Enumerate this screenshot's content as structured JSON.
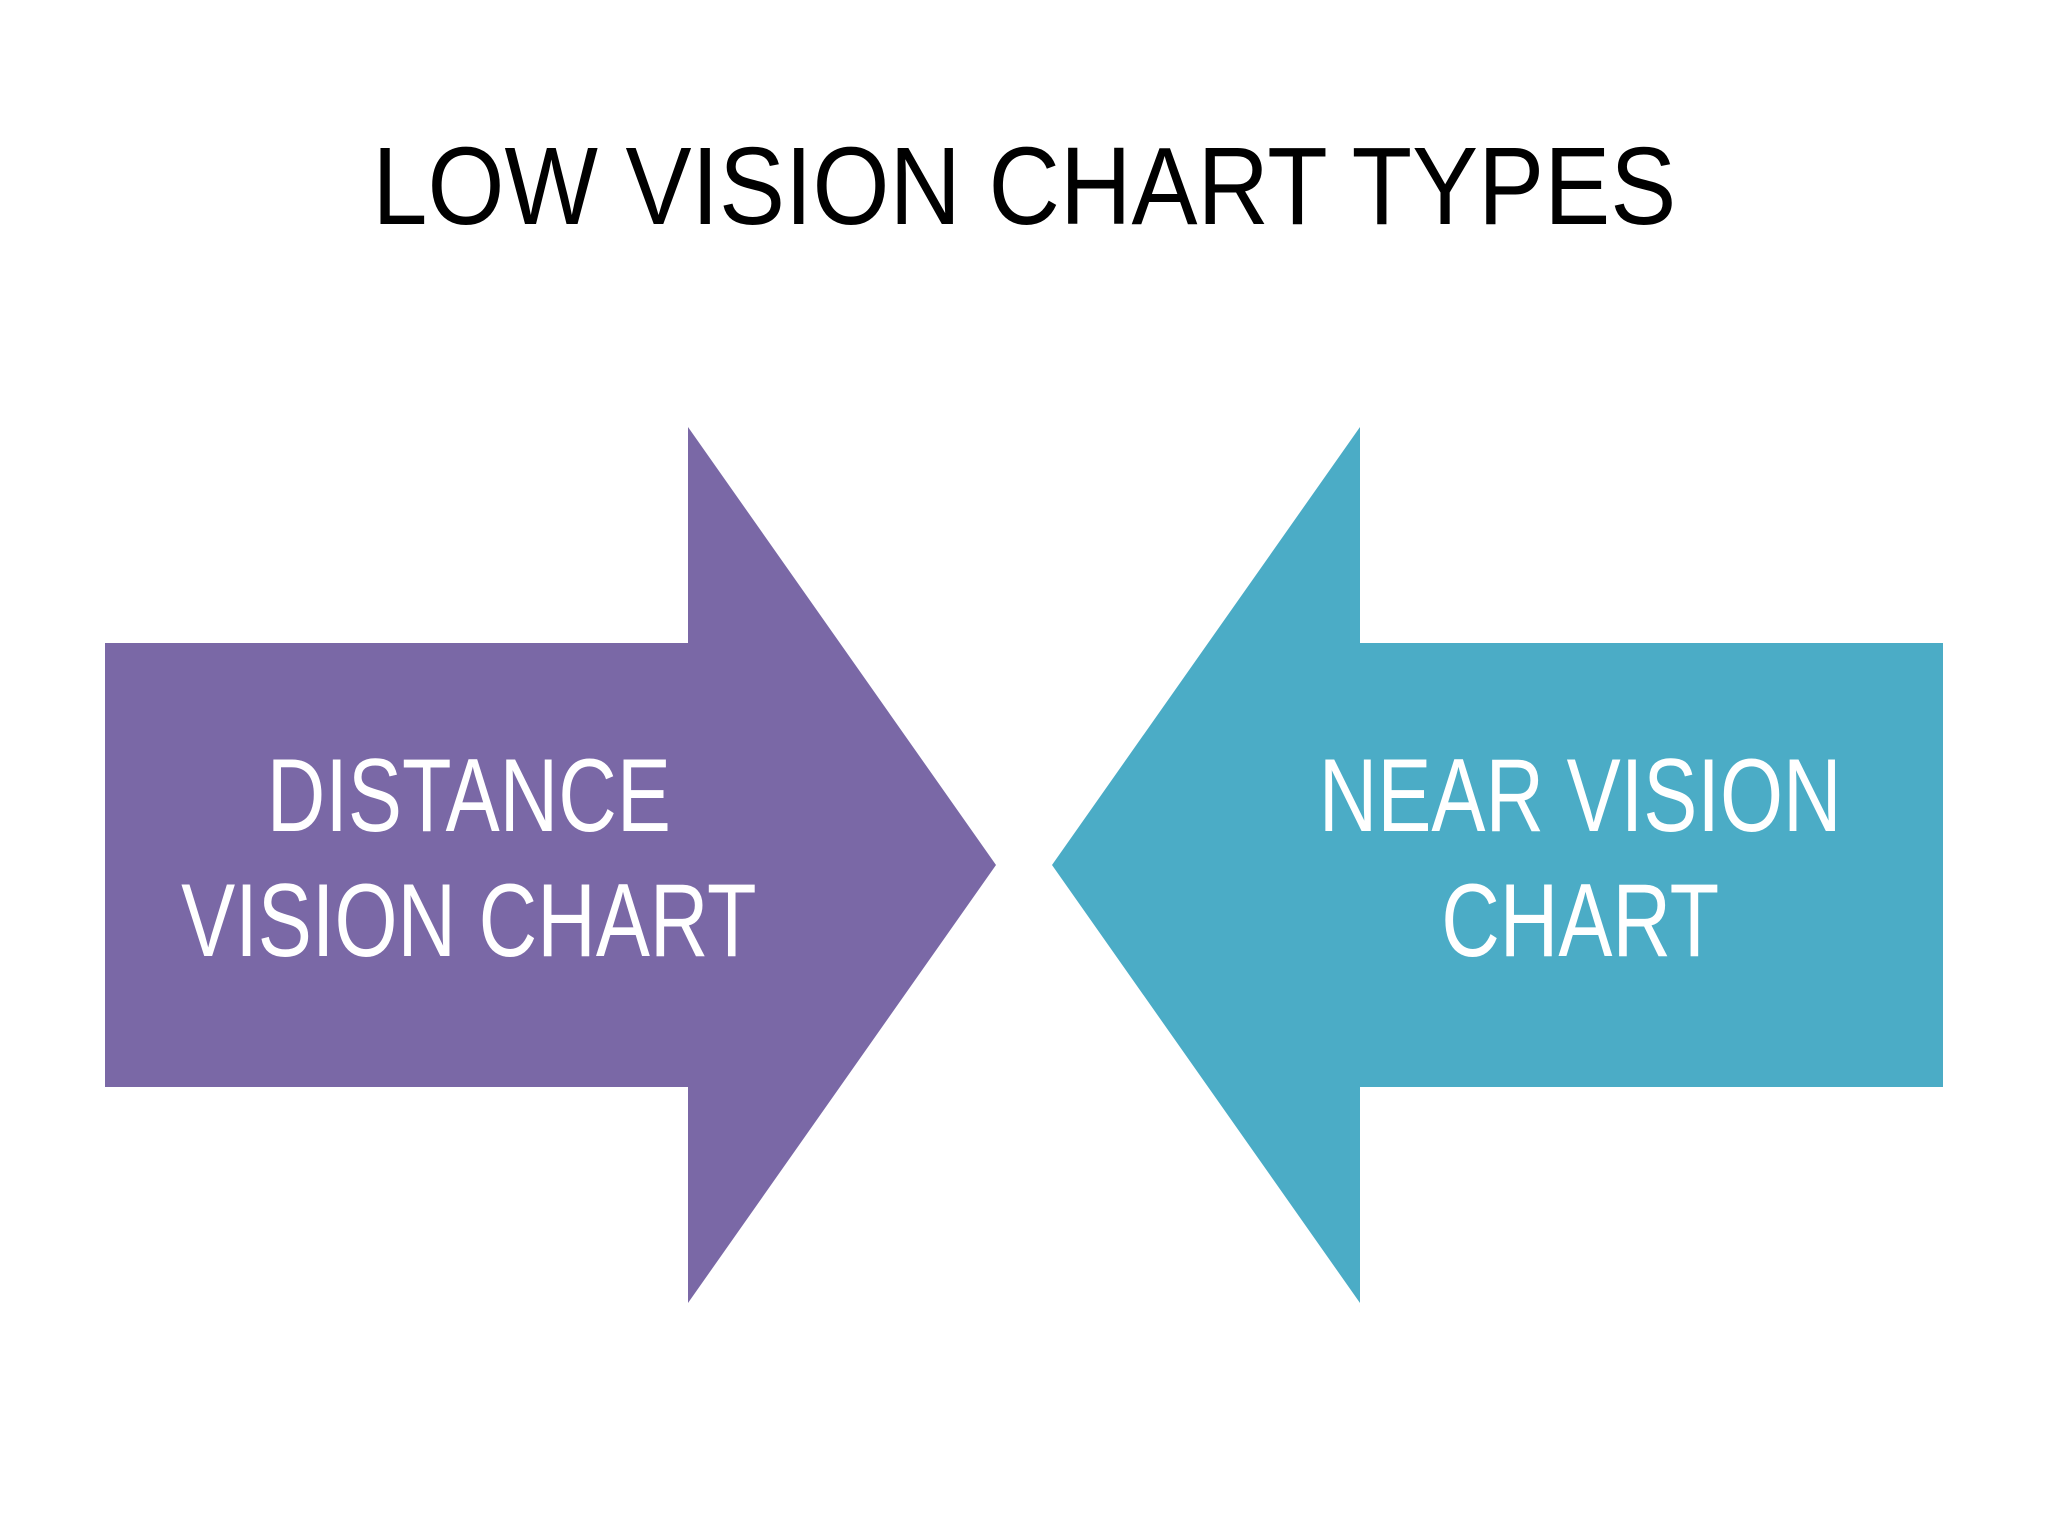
{
  "slide": {
    "title": "LOW VISION CHART TYPES",
    "background_color": "#ffffff",
    "title_color": "#000000"
  },
  "arrows": [
    {
      "id": "distance-vision-chart",
      "direction": "right",
      "fill": "#7A68A6",
      "text_color": "#ffffff",
      "lines": [
        "DISTANCE",
        "VISION CHART"
      ]
    },
    {
      "id": "near-vision-chart",
      "direction": "left",
      "fill": "#4BACC6",
      "text_color": "#ffffff",
      "lines": [
        "NEAR VISION",
        "CHART"
      ]
    }
  ]
}
